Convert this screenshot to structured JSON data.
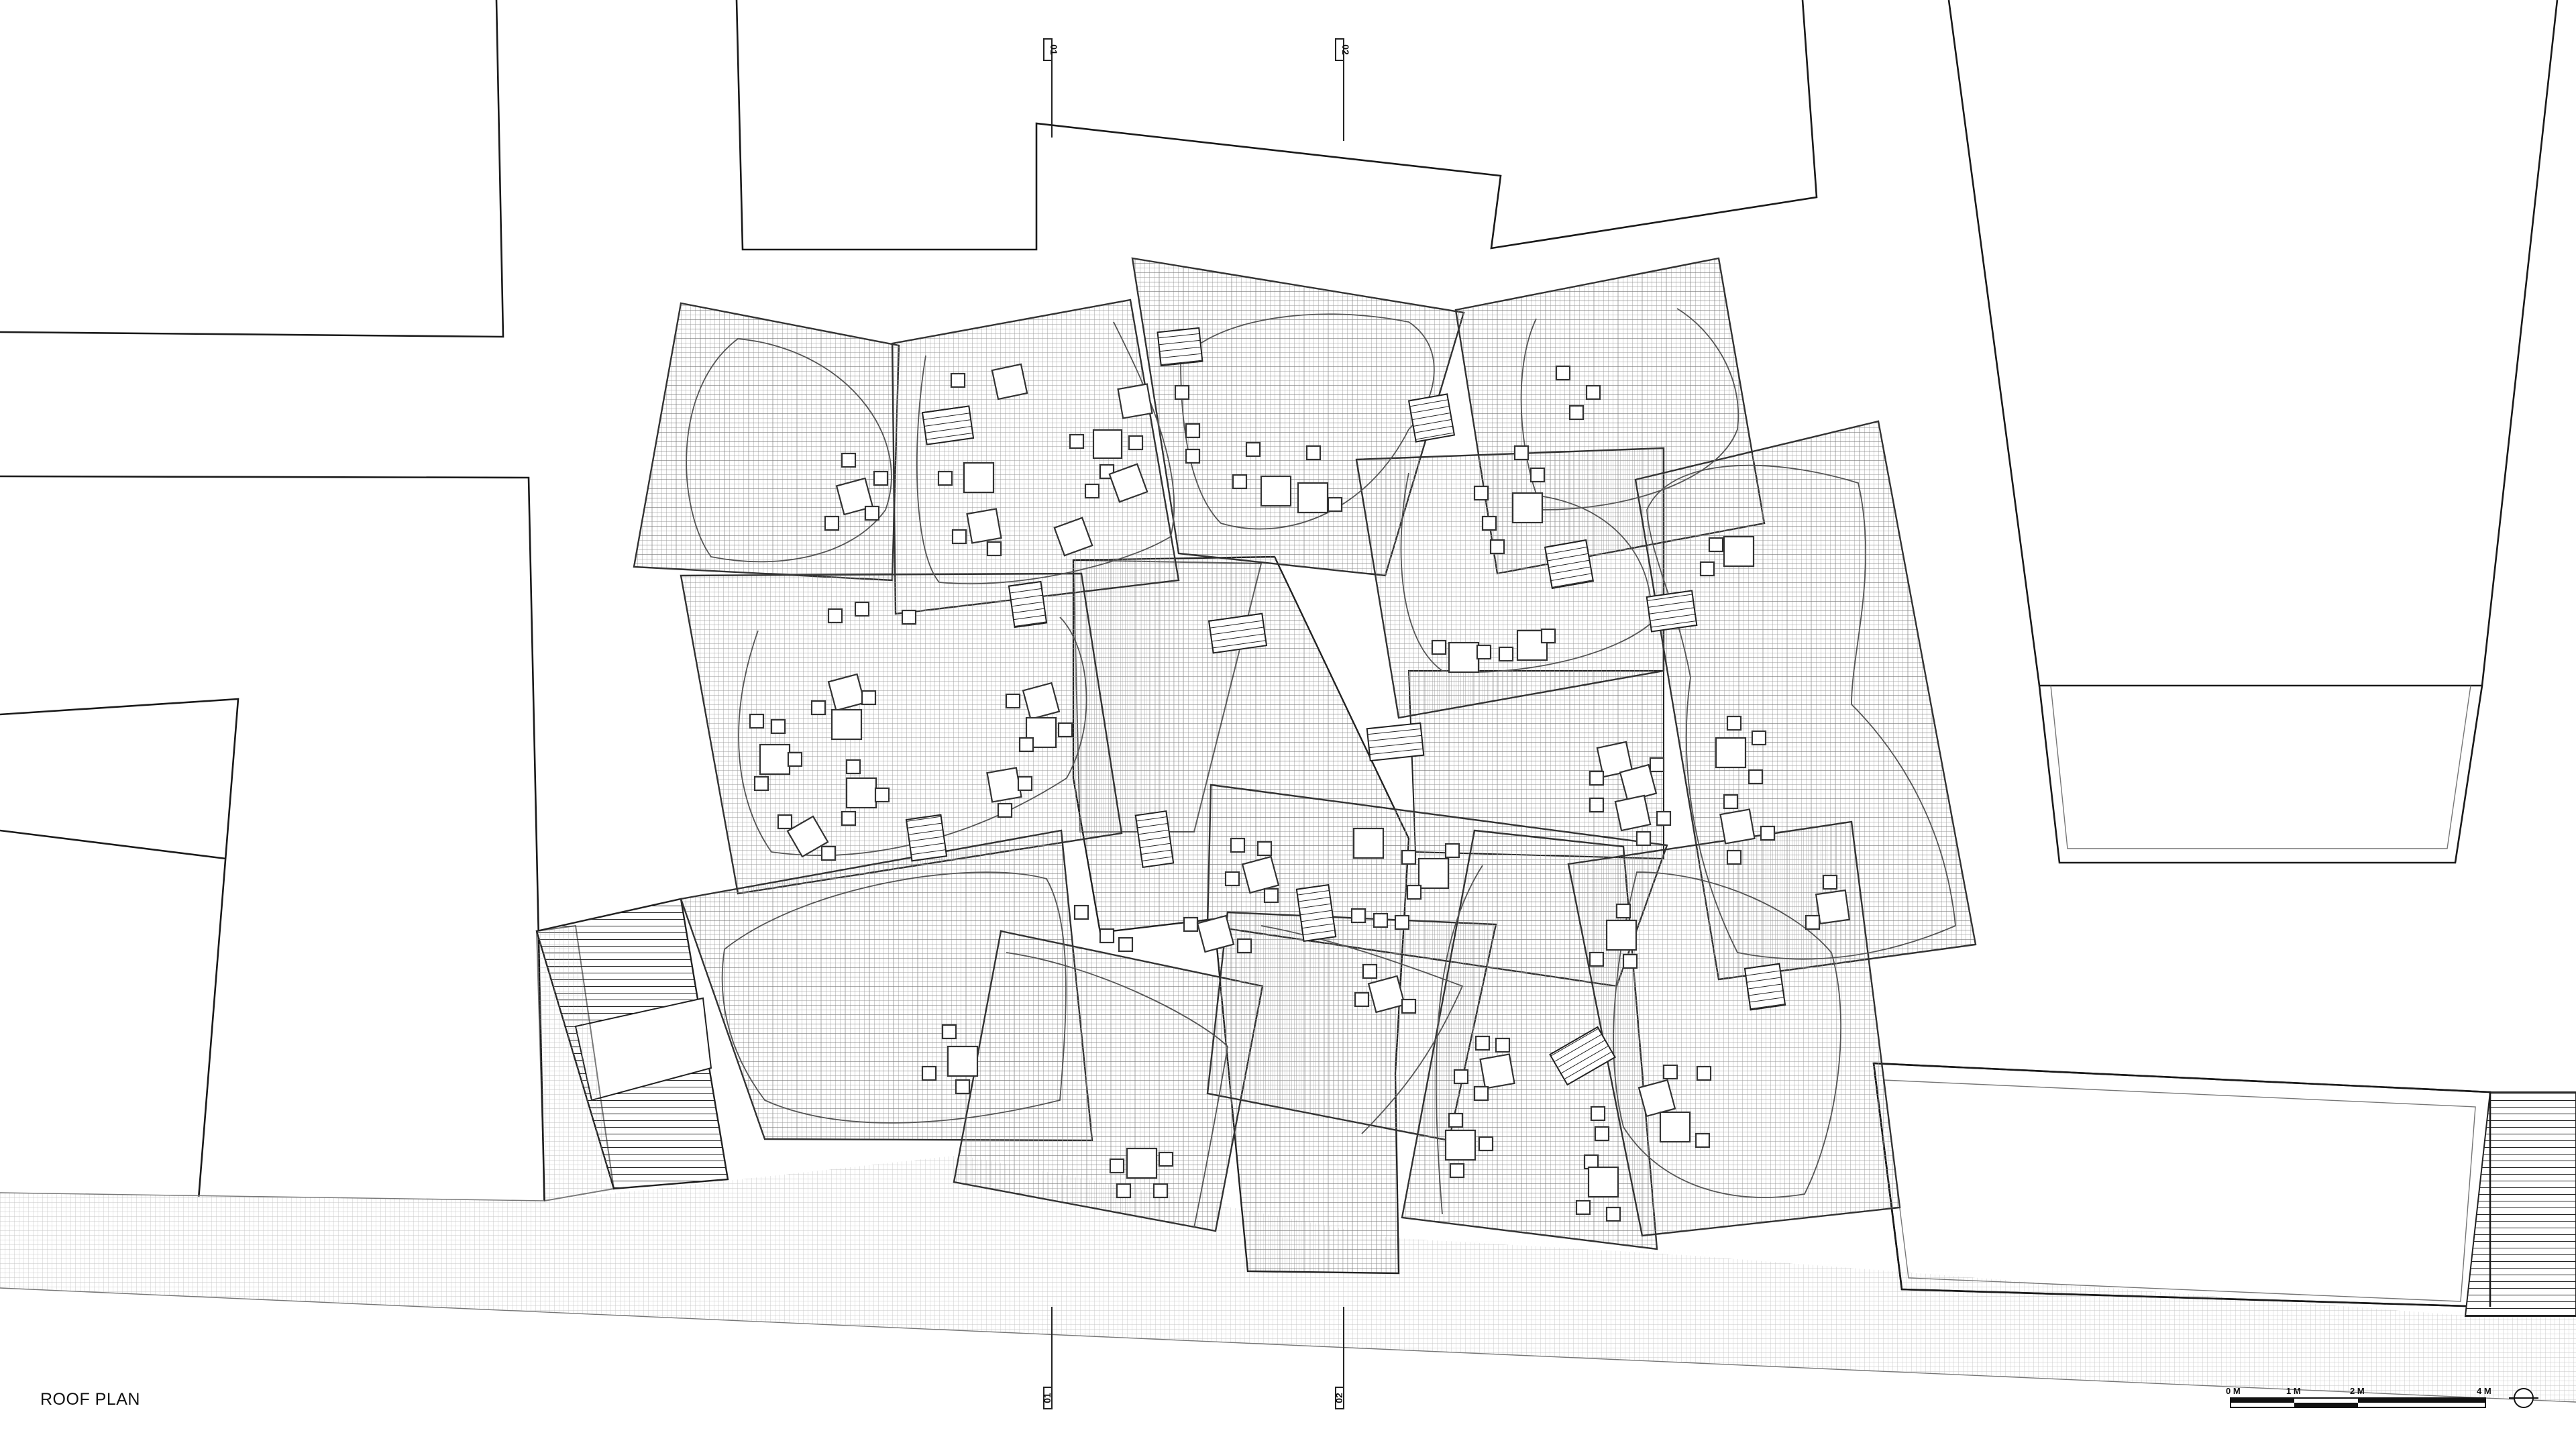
{
  "title": "ROOF PLAN",
  "section_markers": {
    "marker_01": "01",
    "marker_02": "02"
  },
  "scale_bar": {
    "labels": [
      "0 M",
      "1 M",
      "2 M",
      "4 M"
    ]
  },
  "colors": {
    "line": "#1a1a1a",
    "hatch": "#9a9a9a",
    "background": "#ffffff"
  }
}
